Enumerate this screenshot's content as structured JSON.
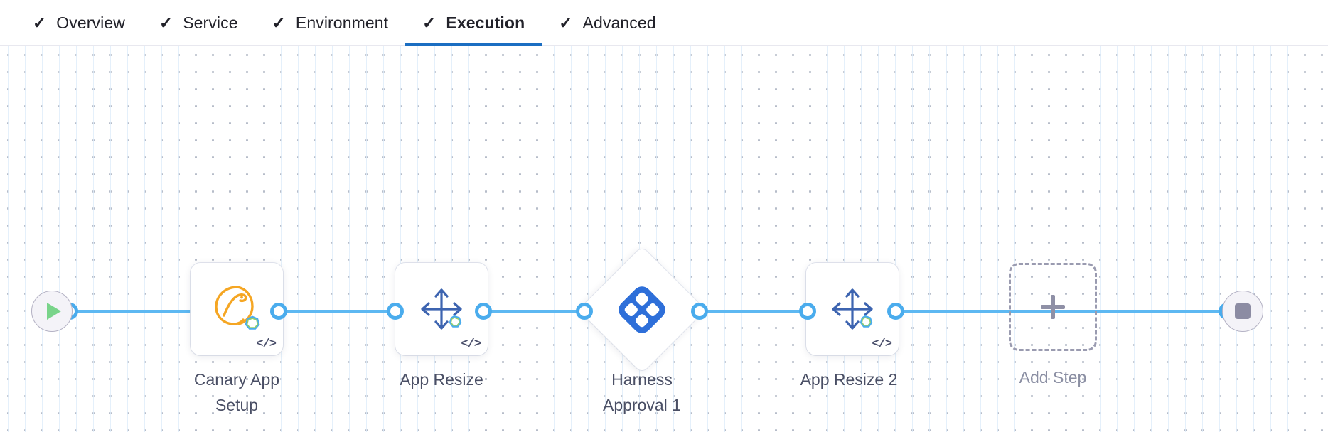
{
  "tabs": [
    {
      "label": "Overview",
      "icon": "check-icon",
      "active": false,
      "completed": true
    },
    {
      "label": "Service",
      "icon": "check-icon",
      "active": false,
      "completed": true
    },
    {
      "label": "Environment",
      "icon": "check-icon",
      "active": false,
      "completed": true
    },
    {
      "label": "Execution",
      "icon": "check-icon",
      "active": true,
      "completed": true
    },
    {
      "label": "Advanced",
      "icon": "check-icon",
      "active": false,
      "completed": true
    }
  ],
  "check_glyph": "✓",
  "pipeline": {
    "start_node": {
      "name": "start-node",
      "icon": "play-icon"
    },
    "end_node": {
      "name": "end-node",
      "icon": "stop-icon"
    },
    "steps": [
      {
        "id": "canary-app-setup",
        "label": "Canary App\nSetup",
        "icon": "tanzu-canary-icon",
        "shape": "card",
        "has_code_badge": true
      },
      {
        "id": "app-resize",
        "label": "App Resize",
        "icon": "resize-arrows-icon",
        "shape": "card",
        "has_code_badge": true
      },
      {
        "id": "harness-approval-1",
        "label": "Harness\nApproval 1",
        "icon": "harness-logo-icon",
        "shape": "diamond",
        "has_code_badge": false
      },
      {
        "id": "app-resize-2",
        "label": "App Resize 2",
        "icon": "resize-arrows-icon",
        "shape": "card",
        "has_code_badge": true
      },
      {
        "id": "add-step",
        "label": "Add Step",
        "icon": "plus-icon",
        "shape": "dashed",
        "has_code_badge": false
      }
    ]
  },
  "colors": {
    "accent_blue": "#1b6ec2",
    "connector_blue": "#5db8f2",
    "port_blue": "#4aaced",
    "harness_blue": "#2e6fd9",
    "canary_orange": "#f5a623",
    "resize_arrow": "#3d64b0",
    "label_gray": "#4a4f65",
    "muted_gray": "#8b8fa3",
    "start_green": "#79d48a",
    "stop_gray": "#8c8ca3"
  }
}
